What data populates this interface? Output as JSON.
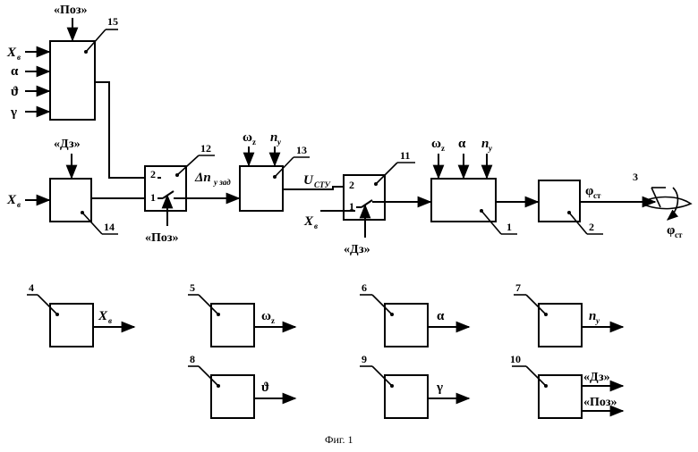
{
  "labels": {
    "poz": "«Поз»",
    "dz": "«Дз»",
    "xv_main": "X",
    "xv_sub": "в",
    "alpha": "α",
    "theta": "ϑ",
    "gamma": "γ",
    "omega_main": "ω",
    "omega_sub": "z",
    "ny_main": "n",
    "ny_sub": "y",
    "delta_ny_main": "Δn",
    "delta_ny_sub": "у зад",
    "ucty_main": "U",
    "ucty_sub": "СТУ",
    "phi_main": "φ",
    "phi_sub": "ст",
    "switch_pos_1": "1",
    "switch_pos_2": "2"
  },
  "blocks": {
    "b1": "1",
    "b2": "2",
    "b3": "3",
    "b4": "4",
    "b5": "5",
    "b6": "6",
    "b7": "7",
    "b8": "8",
    "b9": "9",
    "b10": "10",
    "b11": "11",
    "b12": "12",
    "b13": "13",
    "b14": "14",
    "b15": "15"
  },
  "caption": "Фиг. 1"
}
